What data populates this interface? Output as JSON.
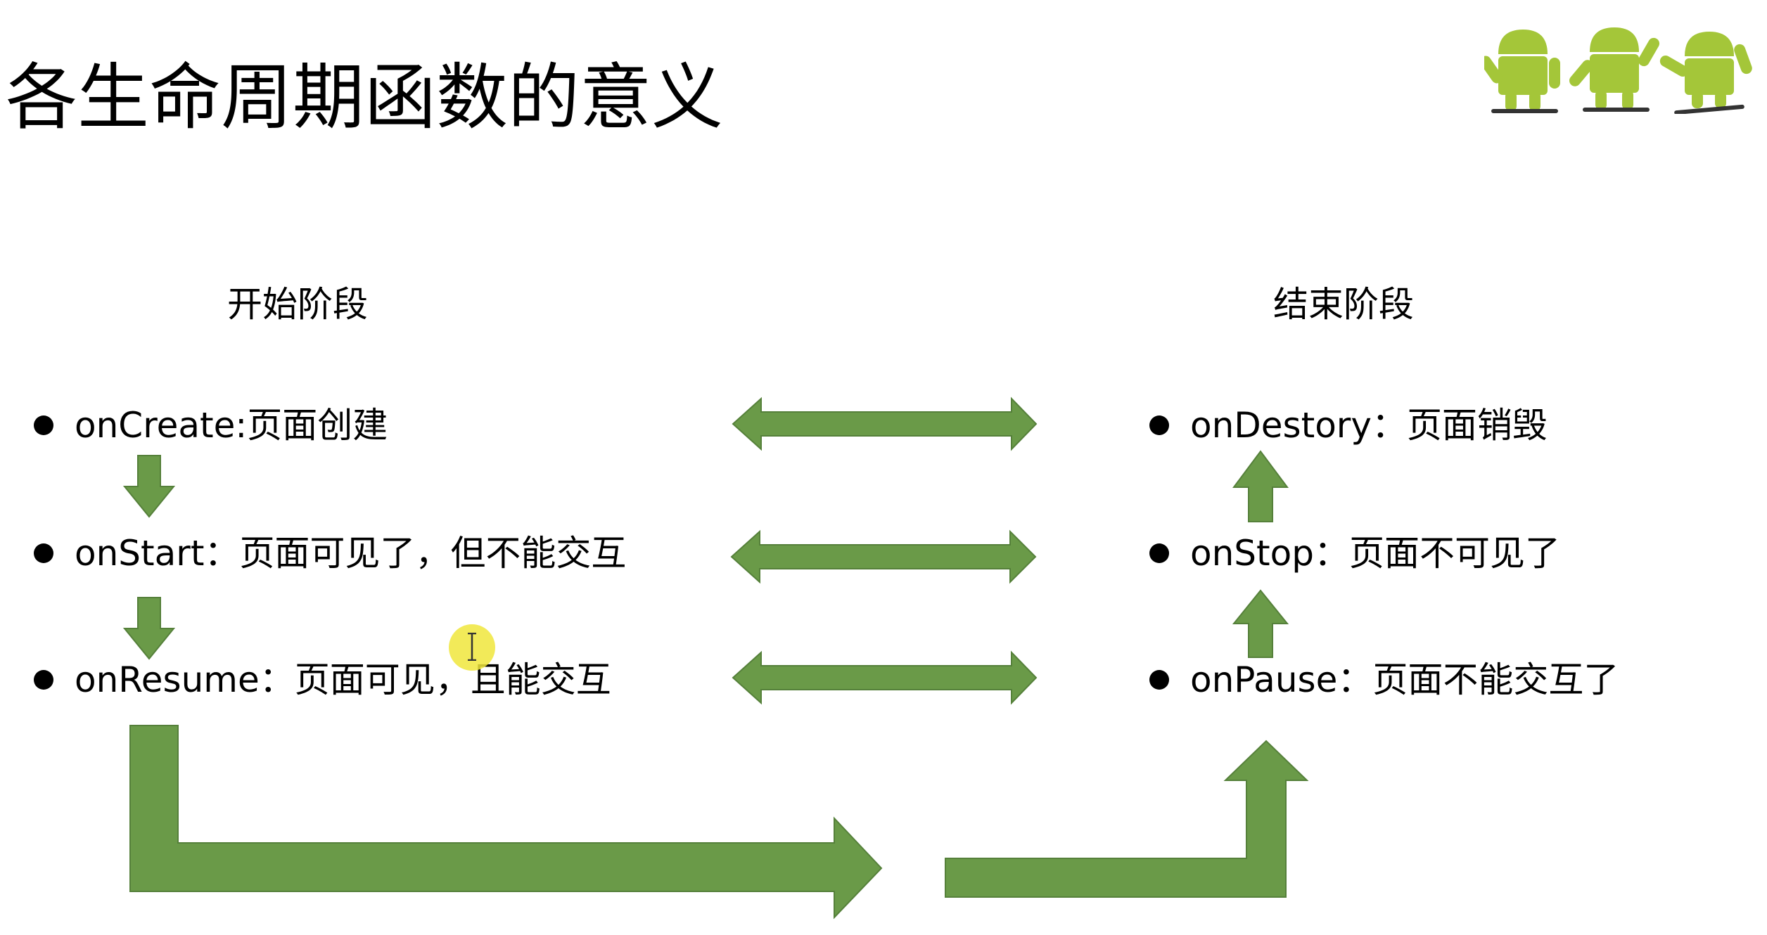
{
  "title": "各生命周期函数的意义",
  "colors": {
    "arrow": "#6a9a48",
    "arrow_stroke": "#55803a",
    "android": "#a4c639",
    "text": "#000000"
  },
  "start_stage": {
    "heading": "开始阶段",
    "items": [
      {
        "name": "onCreate",
        "sep": ": ",
        "desc": "页面创建"
      },
      {
        "name": "onStart",
        "sep": "：",
        "desc": "页面可见了，但不能交互"
      },
      {
        "name": "onResume",
        "sep": "：",
        "desc": "页面可见，且能交互"
      }
    ]
  },
  "end_stage": {
    "heading": "结束阶段",
    "items": [
      {
        "name": "onDestory",
        "sep": "：",
        "desc": "页面销毁"
      },
      {
        "name": "onStop",
        "sep": "：",
        "desc": "页面不可见了"
      },
      {
        "name": "onPause",
        "sep": "：",
        "desc": "页面不能交互了"
      }
    ]
  },
  "decorations": {
    "logo_icon": "android-skateboard-icon",
    "cursor_icon": "text-cursor-icon"
  }
}
